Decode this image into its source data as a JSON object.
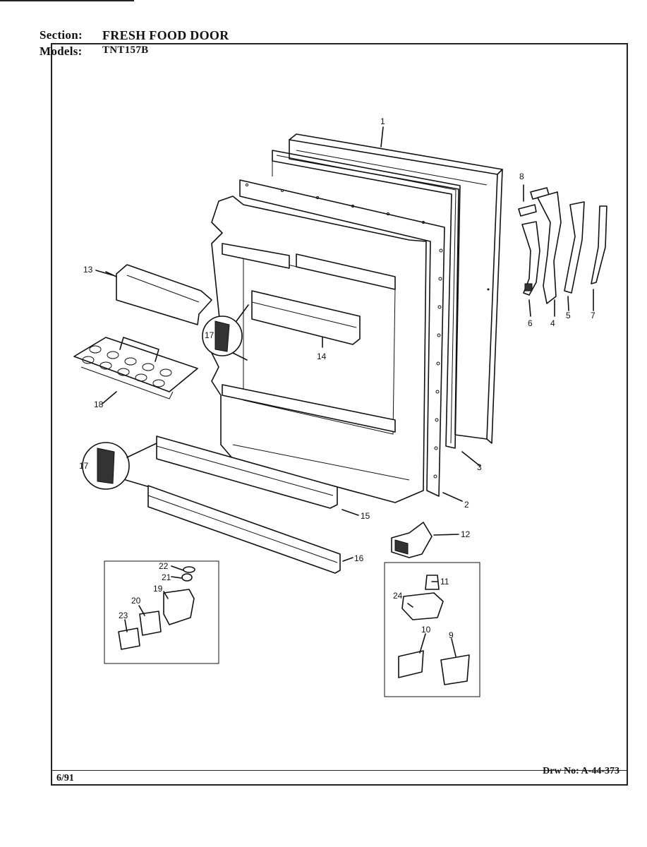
{
  "header": {
    "section_label": "Section:",
    "section_value": "FRESH FOOD DOOR",
    "models_label": "Models:",
    "models_value": "TNT157B"
  },
  "footer": {
    "date": "6/91",
    "drawing_number": "Drw No: A-44-373"
  },
  "callouts": {
    "c1": "1",
    "c2": "2",
    "c3": "3",
    "c4": "4",
    "c5": "5",
    "c6": "6",
    "c7": "7",
    "c8": "8",
    "c9": "9",
    "c10": "10",
    "c11": "11",
    "c12": "12",
    "c13": "13",
    "c14": "14",
    "c15": "15",
    "c16": "16",
    "c17a": "17",
    "c17b": "17",
    "c18": "18",
    "c19": "19",
    "c20": "20",
    "c21": "21",
    "c22": "22",
    "c23": "23",
    "c24": "24"
  }
}
